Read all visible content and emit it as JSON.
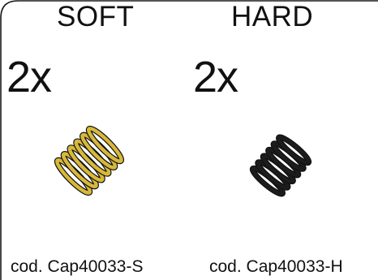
{
  "variants": [
    {
      "name": "SOFT",
      "quantity": "2x",
      "code": "cod. Cap40033-S",
      "spring_color": "#d8b83a",
      "spring_icon": "yellow-coil-spring-icon"
    },
    {
      "name": "HARD",
      "quantity": "2x",
      "code": "cod. Cap40033-H",
      "spring_color": "#1c1c1c",
      "spring_icon": "black-coil-spring-icon"
    }
  ],
  "colors": {
    "outline": "#1a1a1a",
    "text": "#111111",
    "background": "#ffffff"
  }
}
